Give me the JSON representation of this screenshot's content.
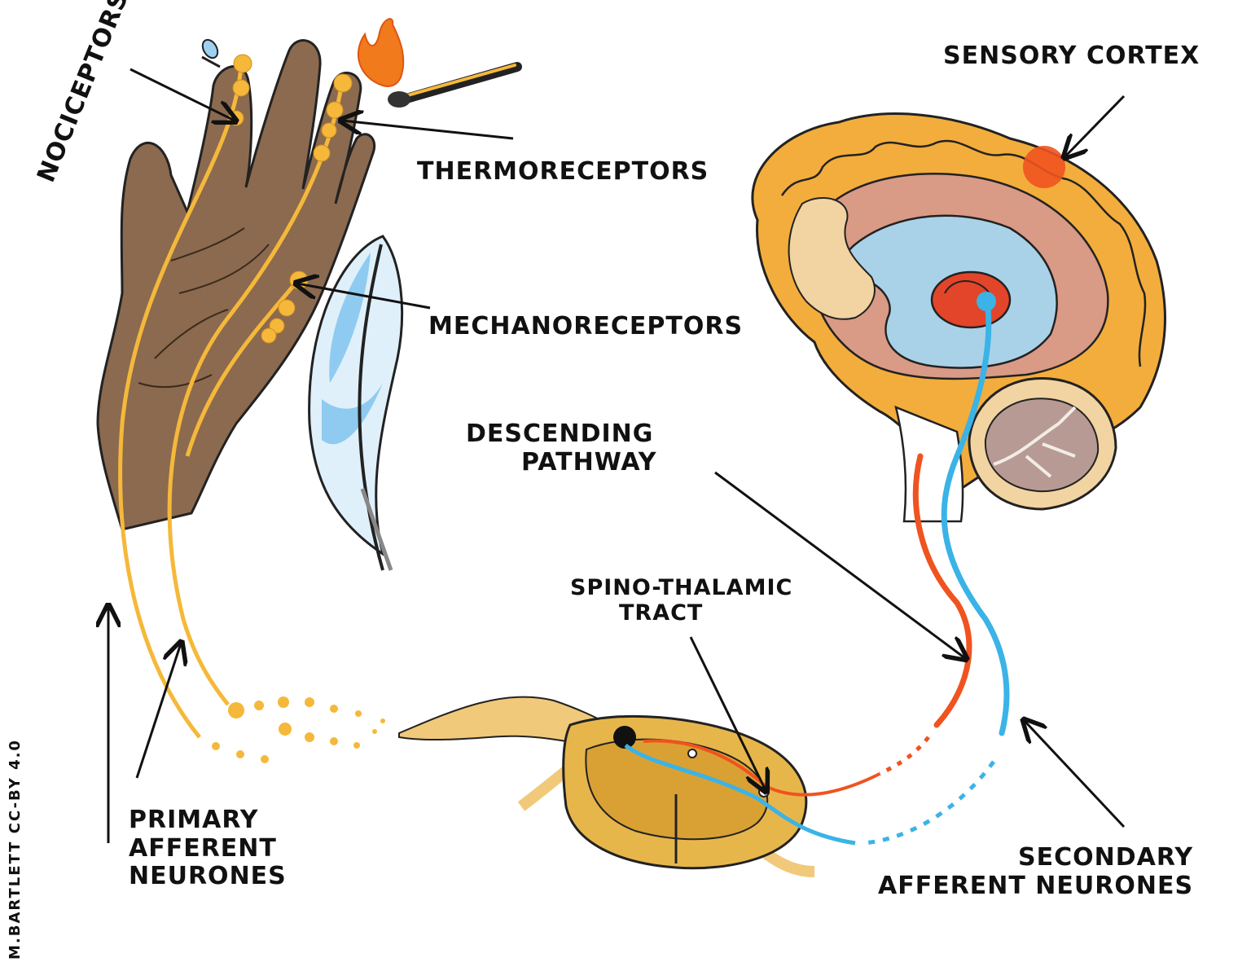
{
  "labels": {
    "nociceptors": "NOCICEPTORS",
    "thermoreceptors": "THERMORECEPTORS",
    "mechanoreceptors": "MECHANORECEPTORS",
    "sensory_cortex": "SENSORY CORTEX",
    "descending_line1": "DESCENDING",
    "descending_line2": "PATHWAY",
    "spino_line1": "SPINO-THALAMIC",
    "spino_line2": "TRACT",
    "primary_line1": "PRIMARY",
    "primary_line2": "AFFERENT",
    "primary_line3": "NEURONES",
    "secondary_line1": "SECONDARY",
    "secondary_line2": "AFFERENT NEURONES"
  },
  "credit": "M.BARTLETT CC-BY 4.0",
  "colors": {
    "primary_neuron": "#f5b83a",
    "ascending_tract": "#3bb3e6",
    "descending_tract": "#f0531f",
    "brain_cortex": "#f3ad3c",
    "brain_inner": "#d99a86",
    "ventricle": "#a9d2e8",
    "thalamus": "#e2452a",
    "cerebellum": "#b79a93",
    "skin": "#8b6a4f",
    "spinal_cord": "#e7b64b",
    "flame": "#f07a1c",
    "feather": "#8fcbf0"
  }
}
